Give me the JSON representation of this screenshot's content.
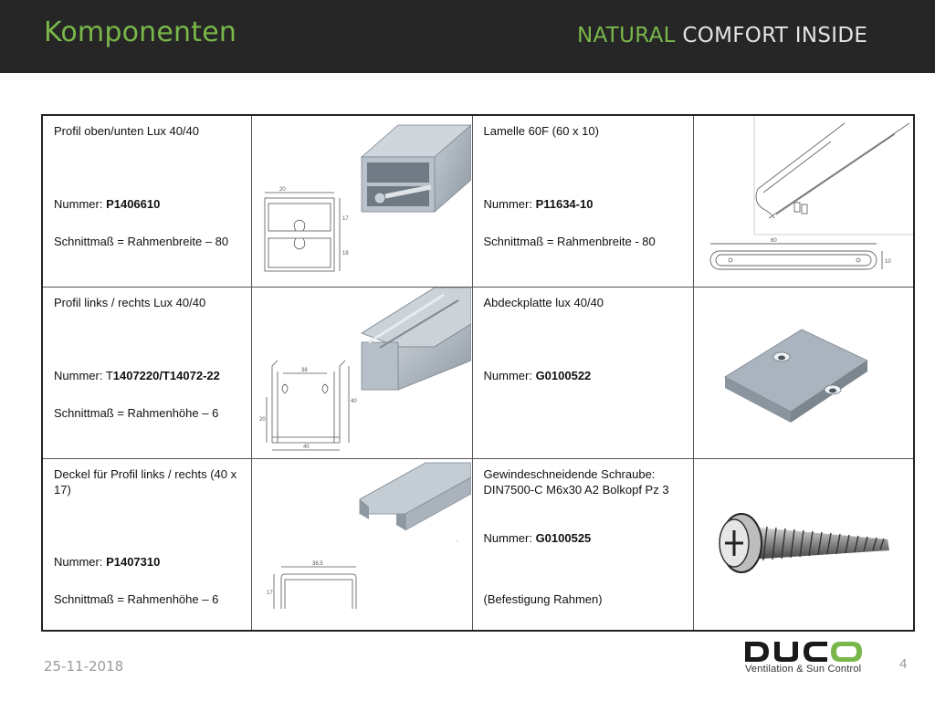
{
  "header": {
    "title": "Komponenten",
    "tagline_part1": "NATURAL",
    "tagline_part2": "COMFORT INSIDE"
  },
  "rows": [
    {
      "left": {
        "name": "Profil oben/unten Lux 40/40",
        "number_label": "Nummer: ",
        "number": "P1406610",
        "cut": "Schnittmaß = Rahmenbreite – 80"
      },
      "right": {
        "name": "Lamelle 60F (60 x 10)",
        "number_label": "Nummer: ",
        "number": "P11634-10",
        "cut": "Schnittmaß = Rahmenbreite - 80"
      }
    },
    {
      "left": {
        "name": "Profil links / rechts Lux 40/40",
        "number_label": "Nummer: T",
        "number": "1407220/T14072-22",
        "cut": "Schnittmaß = Rahmenhöhe – 6"
      },
      "right": {
        "name": "Abdeckplatte lux 40/40",
        "number_label": "Nummer: ",
        "number": "G0100522",
        "cut": ""
      }
    },
    {
      "left": {
        "name": "Deckel für Profil  links / rechts (40 x 17)",
        "number_label": "Nummer: ",
        "number": "P1407310",
        "cut": "Schnittmaß = Rahmenhöhe – 6"
      },
      "right": {
        "name": "Gewindeschneidende Schraube: DIN7500-C M6x30 A2 Bolkopf Pz 3",
        "number_label": "Nummer: ",
        "number": "G0100525",
        "cut": "(Befestigung Rahmen)"
      }
    }
  ],
  "drawings": {
    "profile_top_dims": [
      "20",
      "17",
      "18"
    ],
    "lamella_dims": [
      "60",
      "10"
    ],
    "profile_side_dims": [
      "38",
      "40",
      "20",
      "40"
    ],
    "cover_dims": [
      "36.5",
      "17"
    ]
  },
  "footer": {
    "date": "25-11-2018",
    "page": "4",
    "logo_text": "DUCO",
    "logo_sub": "Ventilation & Sun Control"
  },
  "colors": {
    "header_bg": "#262626",
    "accent_green": "#79b74a",
    "metal": "#a9b2bb"
  }
}
